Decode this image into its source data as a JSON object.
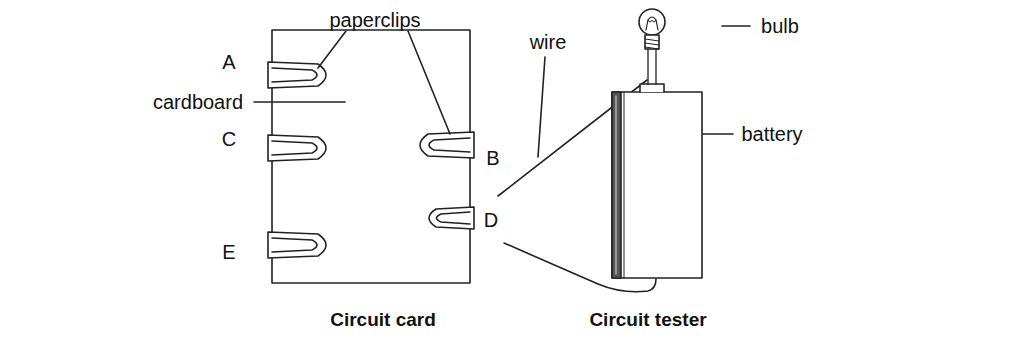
{
  "diagram": {
    "labels": [
      "paperclips",
      "A",
      "B",
      "C",
      "D",
      "E",
      "cardboard",
      "Circuit card",
      "wire",
      "bulb",
      "battery",
      "Circuit tester"
    ]
  }
}
